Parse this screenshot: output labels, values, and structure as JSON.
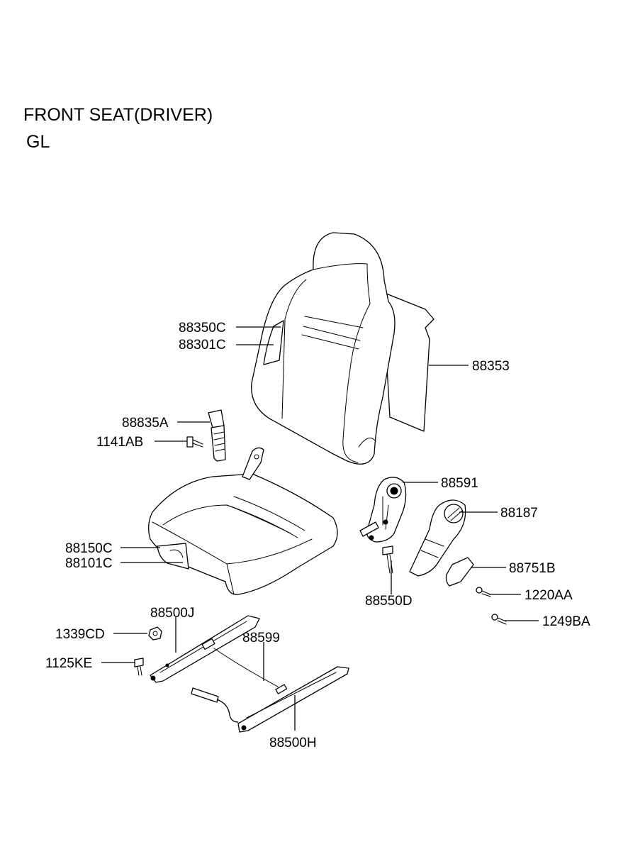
{
  "header": {
    "title": "FRONT SEAT(DRIVER)",
    "subtitle": "GL"
  },
  "parts": {
    "p88350C": "88350C",
    "p88301C": "88301C",
    "p88353": "88353",
    "p88835A": "88835A",
    "p1141AB": "1141AB",
    "p88591": "88591",
    "p88187": "88187",
    "p88150C": "88150C",
    "p88101C": "88101C",
    "p88751B": "88751B",
    "p88550D": "88550D",
    "p1220AA": "1220AA",
    "p1249BA": "1249BA",
    "p88500J": "88500J",
    "p1339CD": "1339CD",
    "p88599": "88599",
    "p1125KE": "1125KE",
    "p88500H": "88500H"
  }
}
